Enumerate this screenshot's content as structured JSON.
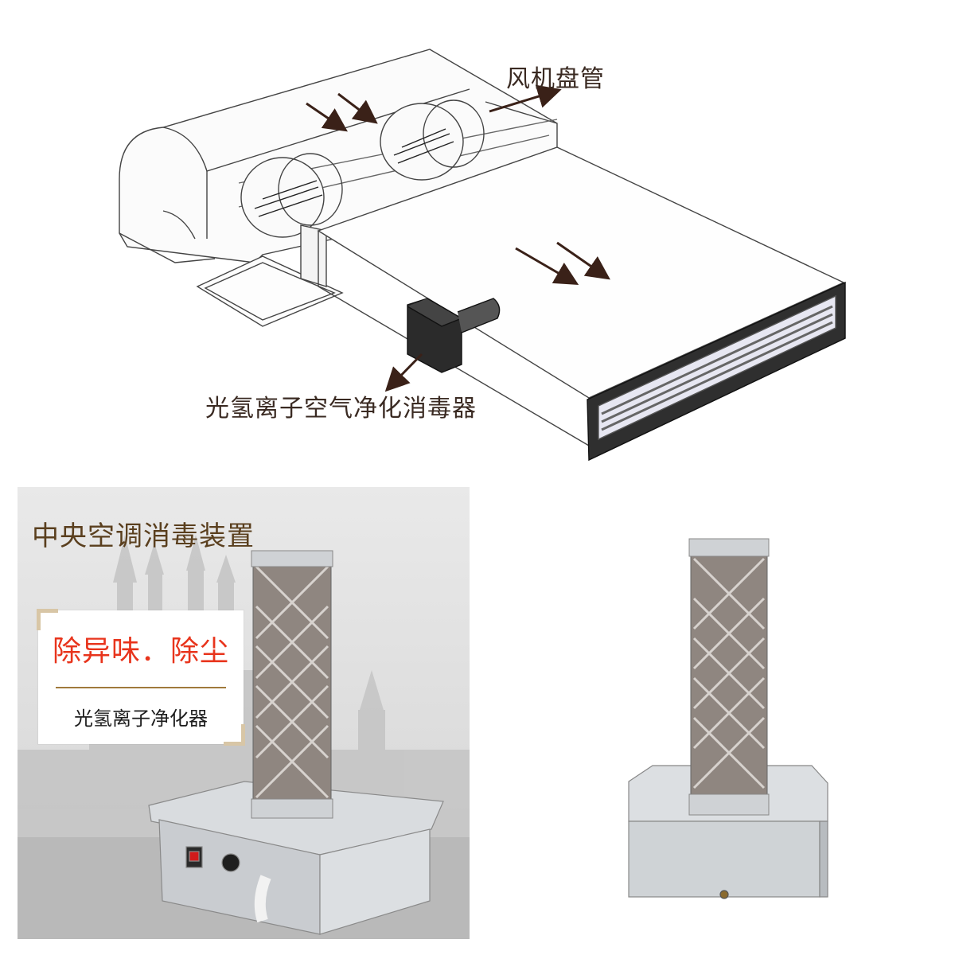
{
  "diagram": {
    "label_fan_coil": "风机盘管",
    "label_purifier": "光氢离子空气净化消毒器"
  },
  "photo_left": {
    "title": "中央空调消毒装置",
    "card_highlight": "除异味．除尘",
    "card_caption": "光氢离子净化器"
  },
  "colors": {
    "title_brown": "#5a3f1e",
    "highlight_red": "#e8341c",
    "divider_gold": "#a07a3c",
    "arrow_brown": "#3a2118"
  }
}
